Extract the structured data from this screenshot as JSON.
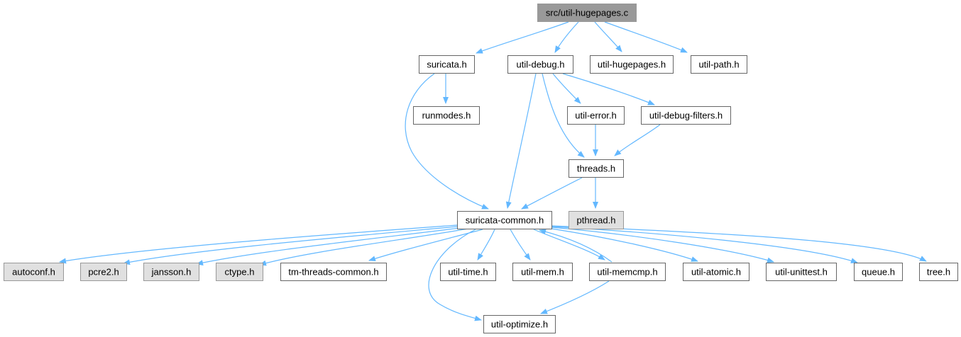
{
  "diagram": {
    "type": "include-dependency-graph",
    "colors": {
      "edge": "#63b8ff",
      "root_fill": "#999999",
      "node_fill": "#ffffff",
      "external_fill": "#e0e0e0",
      "node_border": "#666666",
      "root_border": "#999999",
      "external_border": "#999999"
    },
    "nodes": [
      {
        "id": "root",
        "label": "src/util-hugepages.c",
        "kind": "root"
      },
      {
        "id": "suricata",
        "label": "suricata.h",
        "kind": "file"
      },
      {
        "id": "util-debug",
        "label": "util-debug.h",
        "kind": "file"
      },
      {
        "id": "util-hugepages",
        "label": "util-hugepages.h",
        "kind": "file"
      },
      {
        "id": "util-path",
        "label": "util-path.h",
        "kind": "file"
      },
      {
        "id": "runmodes",
        "label": "runmodes.h",
        "kind": "file"
      },
      {
        "id": "util-error",
        "label": "util-error.h",
        "kind": "file"
      },
      {
        "id": "util-debug-filters",
        "label": "util-debug-filters.h",
        "kind": "file"
      },
      {
        "id": "threads",
        "label": "threads.h",
        "kind": "file"
      },
      {
        "id": "suricata-common",
        "label": "suricata-common.h",
        "kind": "file"
      },
      {
        "id": "pthread",
        "label": "pthread.h",
        "kind": "external"
      },
      {
        "id": "autoconf",
        "label": "autoconf.h",
        "kind": "external"
      },
      {
        "id": "pcre2",
        "label": "pcre2.h",
        "kind": "external"
      },
      {
        "id": "jansson",
        "label": "jansson.h",
        "kind": "external"
      },
      {
        "id": "ctype",
        "label": "ctype.h",
        "kind": "external"
      },
      {
        "id": "tm-threads-common",
        "label": "tm-threads-common.h",
        "kind": "file"
      },
      {
        "id": "util-time",
        "label": "util-time.h",
        "kind": "file"
      },
      {
        "id": "util-mem",
        "label": "util-mem.h",
        "kind": "file"
      },
      {
        "id": "util-memcmp",
        "label": "util-memcmp.h",
        "kind": "file"
      },
      {
        "id": "util-atomic",
        "label": "util-atomic.h",
        "kind": "file"
      },
      {
        "id": "util-unittest",
        "label": "util-unittest.h",
        "kind": "file"
      },
      {
        "id": "queue",
        "label": "queue.h",
        "kind": "file"
      },
      {
        "id": "tree",
        "label": "tree.h",
        "kind": "file"
      },
      {
        "id": "util-optimize",
        "label": "util-optimize.h",
        "kind": "file"
      }
    ],
    "edges": [
      {
        "from": "root",
        "to": "suricata"
      },
      {
        "from": "root",
        "to": "util-debug"
      },
      {
        "from": "root",
        "to": "util-hugepages"
      },
      {
        "from": "root",
        "to": "util-path"
      },
      {
        "from": "suricata",
        "to": "runmodes"
      },
      {
        "from": "suricata",
        "to": "suricata-common"
      },
      {
        "from": "util-debug",
        "to": "util-error"
      },
      {
        "from": "util-debug",
        "to": "util-debug-filters"
      },
      {
        "from": "util-debug",
        "to": "threads"
      },
      {
        "from": "util-debug",
        "to": "suricata-common"
      },
      {
        "from": "util-error",
        "to": "threads"
      },
      {
        "from": "util-debug-filters",
        "to": "threads"
      },
      {
        "from": "threads",
        "to": "suricata-common"
      },
      {
        "from": "threads",
        "to": "pthread"
      },
      {
        "from": "suricata-common",
        "to": "autoconf"
      },
      {
        "from": "suricata-common",
        "to": "pcre2"
      },
      {
        "from": "suricata-common",
        "to": "jansson"
      },
      {
        "from": "suricata-common",
        "to": "ctype"
      },
      {
        "from": "suricata-common",
        "to": "tm-threads-common"
      },
      {
        "from": "suricata-common",
        "to": "util-time"
      },
      {
        "from": "suricata-common",
        "to": "util-mem"
      },
      {
        "from": "suricata-common",
        "to": "util-memcmp"
      },
      {
        "from": "suricata-common",
        "to": "util-atomic"
      },
      {
        "from": "suricata-common",
        "to": "util-unittest"
      },
      {
        "from": "suricata-common",
        "to": "queue"
      },
      {
        "from": "suricata-common",
        "to": "tree"
      },
      {
        "from": "suricata-common",
        "to": "util-optimize"
      },
      {
        "from": "util-memcmp",
        "to": "suricata-common"
      },
      {
        "from": "util-memcmp",
        "to": "util-optimize"
      }
    ]
  }
}
